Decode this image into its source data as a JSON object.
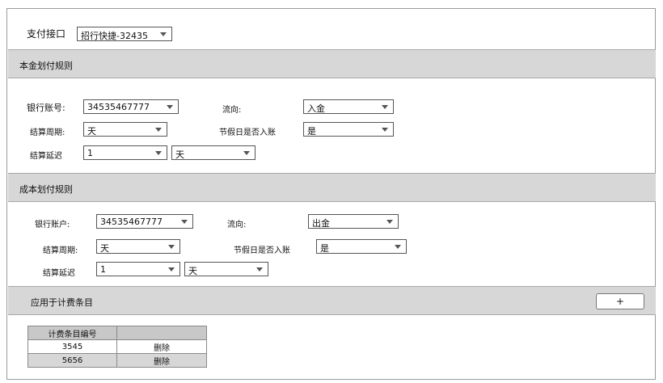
{
  "payment": {
    "label": "支付接口",
    "value": "招行快捷-32435"
  },
  "principal": {
    "title": "本金划付规则",
    "bank_label": "银行账号:",
    "bank_value": "34535467777",
    "flow_label": "流向:",
    "flow_value": "入金",
    "period_label": "结算周期:",
    "period_value": "天",
    "holiday_label": "节假日是否入账",
    "holiday_value": "是",
    "delay_label": "结算延迟",
    "delay_num": "1",
    "delay_unit": "天"
  },
  "cost": {
    "title": "成本划付规则",
    "bank_label": "银行账户:",
    "bank_value": "34535467777",
    "flow_label": "流向:",
    "flow_value": "出金",
    "period_label": "结算周期:",
    "period_value": "天",
    "holiday_label": "节假日是否入账",
    "holiday_value": "是",
    "delay_label": "结算延迟",
    "delay_num": "1",
    "delay_unit": "天"
  },
  "billing": {
    "title": "应用于计费条目",
    "add_label": "+",
    "col_id": "计费条目编号",
    "col_action": "",
    "rows": [
      {
        "id": "3545",
        "action": "删除"
      },
      {
        "id": "5656",
        "action": "删除"
      }
    ]
  }
}
